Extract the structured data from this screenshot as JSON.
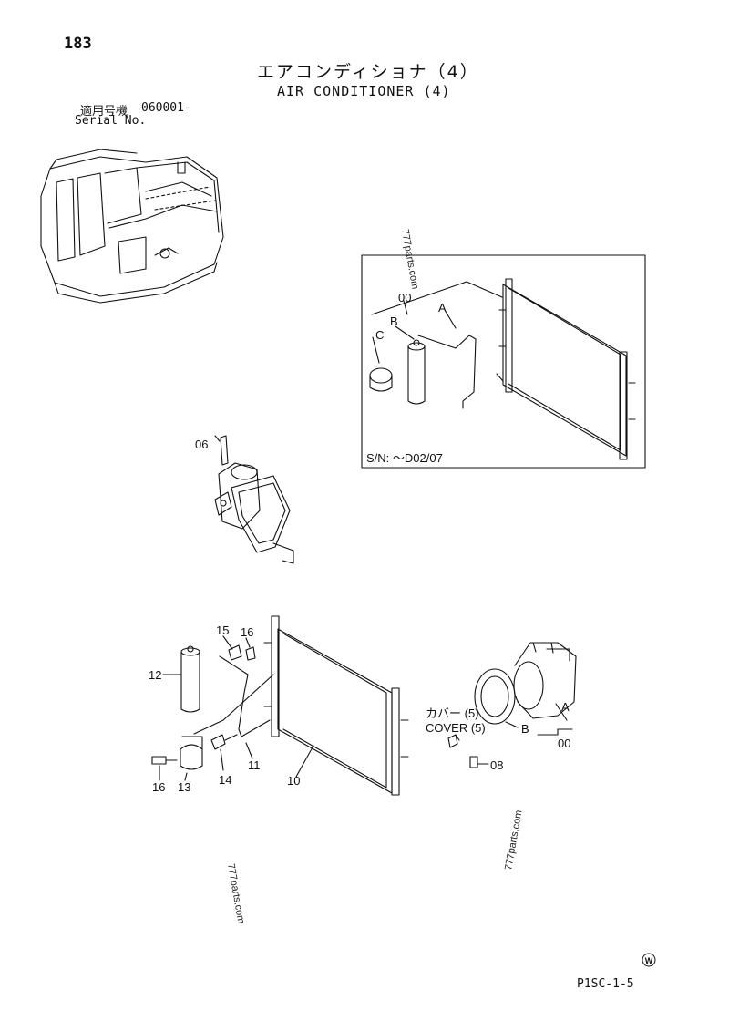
{
  "page_number": "183",
  "title_jp": "エアコンディショナ（4）",
  "title_en": "AIR CONDITIONER (4)",
  "serial": {
    "label_jp": "適用号機",
    "value": "060001-",
    "label_en": "Serial No."
  },
  "inset": {
    "sn_label": "S/N: ～D02/07",
    "callouts": [
      "00",
      "A",
      "B",
      "C"
    ]
  },
  "parts": {
    "p06": "06",
    "p15": "15",
    "p16a": "16",
    "p12": "12",
    "p11": "11",
    "p14": "14",
    "p16b": "16",
    "p13": "13",
    "p10": "10",
    "pA": "A",
    "pB": "B",
    "p00": "00",
    "p08": "08"
  },
  "cover": {
    "jp": "カバー (5)",
    "en": "COVER (5)"
  },
  "watermarks": [
    "777parts.com",
    "777parts.com",
    "777parts.com"
  ],
  "footer": {
    "code": "P1SC-1-5",
    "logo_letter": "W"
  }
}
